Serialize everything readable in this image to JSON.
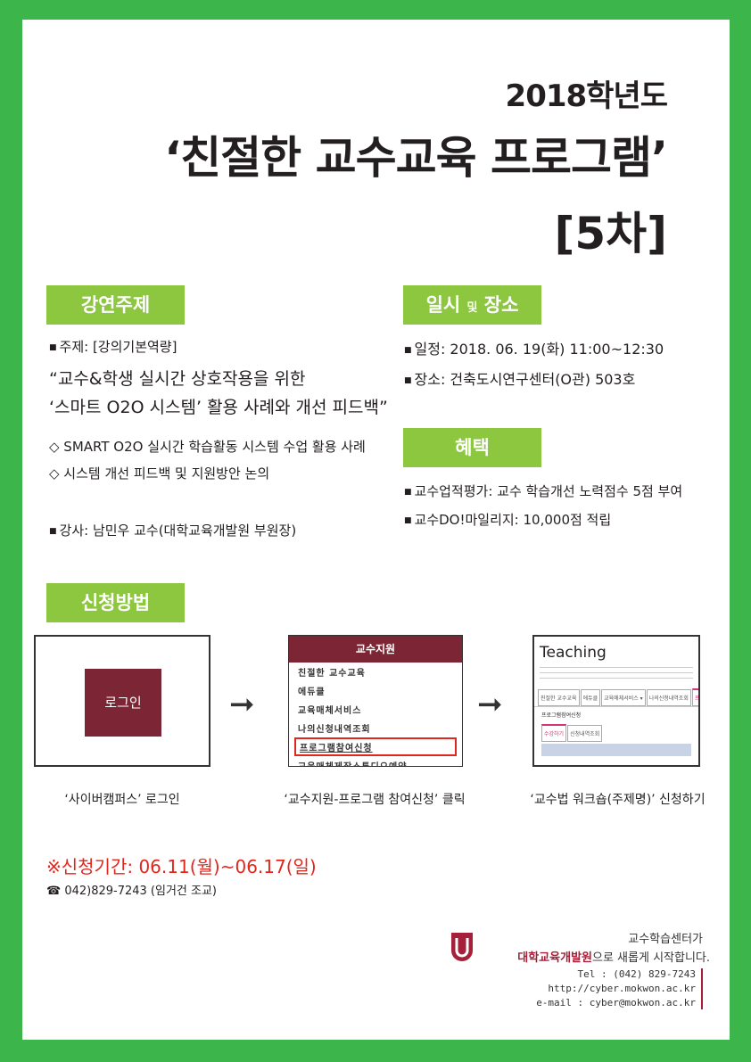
{
  "header": {
    "year": "2018학년도",
    "title": "‘친절한 교수교육 프로그램’",
    "round": "[5차]"
  },
  "lecture": {
    "heading": "강연주제",
    "topic": "주제: [강의기본역량]",
    "quote1": "“교수&학생 실시간 상호작용을 위한",
    "quote2": "‘스마트 O2O 시스템’ 활용 사례와 개선 피드백”",
    "items": [
      "◇  SMART O2O 실시간 학습활동 시스템 수업 활용 사례",
      "◇  시스템 개선 피드백 및 지원방안 논의"
    ],
    "speaker": "강사: 남민우 교수(대학교육개발원 부원장)"
  },
  "schedule": {
    "heading_a": "일시",
    "heading_b": "및",
    "heading_c": "장소",
    "date": "일정: 2018. 06. 19(화) 11:00~12:30",
    "place": "장소: 건축도시연구센터(O관) 503호"
  },
  "benefit": {
    "heading": "혜택",
    "items": [
      "교수업적평가: 교수 학습개선 노력점수 5점 부여",
      "교수DO!마일리지: 10,000점 적립"
    ]
  },
  "apply": {
    "heading": "신청방법",
    "step1": {
      "button": "로그인",
      "caption": "‘사이버캠퍼스’ 로그인"
    },
    "step2": {
      "menu_title": "교수지원",
      "menu": [
        "친절한 교수교육",
        "에듀클",
        "교육매체서비스",
        "나의신청내역조회",
        "프로그램참여신청",
        "교육매체제작스튜디오예약"
      ],
      "caption": "‘교수지원-프로그램 참여신청’ 클릭"
    },
    "step3": {
      "title": "Teaching",
      "tabs": [
        "친절한 교수교육",
        "에듀클",
        "교육매체서비스 ▾",
        "나의신청내역조회",
        "프로그램참여신청"
      ],
      "section": "프로그램참여신청",
      "subtabs": [
        "수강하기",
        "신청내역조회"
      ],
      "caption": "‘교수법 워크숍(주제명)’ 신청하기"
    },
    "period": "※신청기간: 06.11(월)~06.17(일)",
    "phone": "☎ 042)829-7243 (임거건 조교)"
  },
  "footer": {
    "line1": "교수학습센터가",
    "org": "대학교육개발원",
    "line2": "으로 새롭게 시작합니다.",
    "tel": "Tel : (042) 829-7243",
    "url": "http://cyber.mokwon.ac.kr",
    "email": "e-mail : cyber@mokwon.ac.kr"
  },
  "colors": {
    "border": "#3cb54a",
    "section": "#8dc63f",
    "accent": "#e1261c",
    "maroon": "#7b2535"
  }
}
